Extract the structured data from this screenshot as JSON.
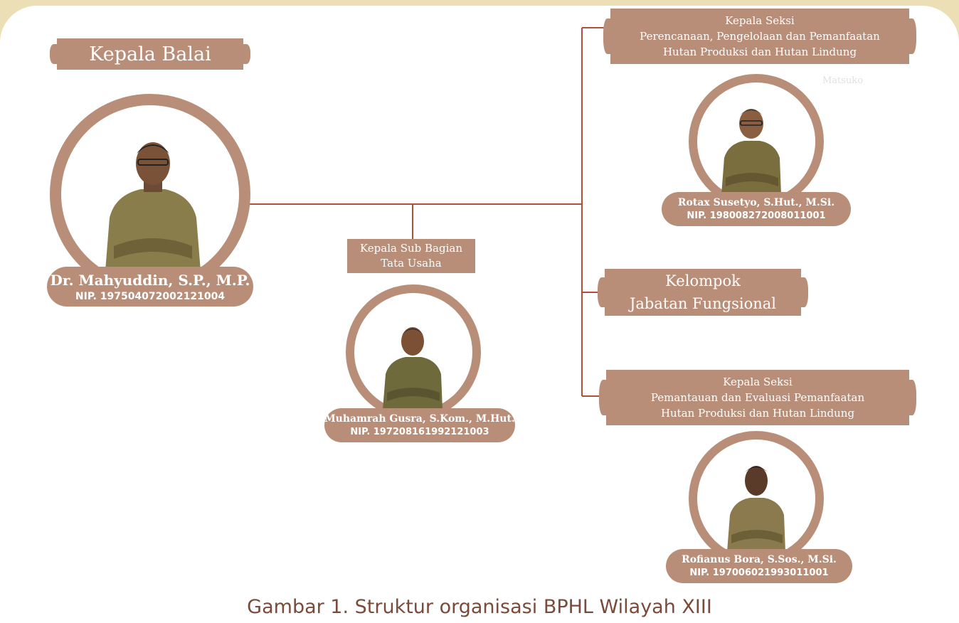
{
  "head": {
    "title": "Kepala Balai",
    "name": "Dr. Mahyuddin, S.P., M.P.",
    "nip": "NIP. 197504072002121004"
  },
  "tu": {
    "title_line1": "Kepala Sub Bagian",
    "title_line2": "Tata Usaha",
    "name": "Muhamrah Gusra, S.Kom., M.Hut.",
    "nip": "NIP. 197208161992121003"
  },
  "seksi1": {
    "title_line1": "Kepala Seksi",
    "title_line2": "Perencanaan, Pengelolaan dan Pemanfaatan",
    "title_line3": "Hutan Produksi dan Hutan Lindung",
    "name": "Rotax Susetyo, S.Hut., M.Si.",
    "nip": "NIP. 198008272008011001"
  },
  "fungsional": {
    "line1": "Kelompok",
    "line2": "Jabatan Fungsional"
  },
  "seksi2": {
    "title_line1": "Kepala Seksi",
    "title_line2": "Pemantauan dan Evaluasi Pemanfaatan",
    "title_line3": "Hutan Produksi dan Hutan Lindung",
    "name": "Rofianus Bora, S.Sos., M.Si.",
    "nip": "NIP. 197006021993011001"
  },
  "faint_text": "Matsuko",
  "caption": "Gambar 1. Struktur organisasi BPHL Wilayah XIII",
  "colors": {
    "background": "#ecdfb6",
    "brush": "#b88e78",
    "line": "#b0503c",
    "caption": "#7a4a3a"
  }
}
